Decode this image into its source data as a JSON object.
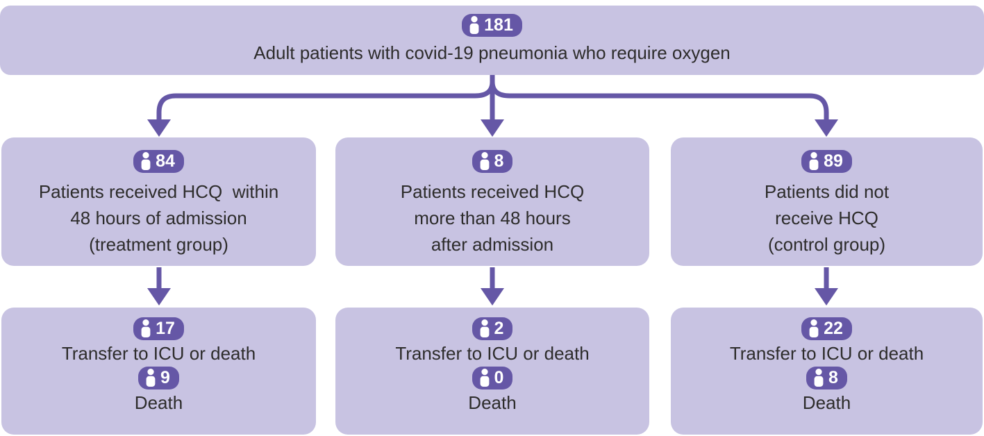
{
  "diagram": {
    "colors": {
      "background": "#ffffff",
      "box_fill": "#c8c3e2",
      "badge_fill": "#6557a6",
      "arrow": "#6557a6",
      "text": "#2d2c2b",
      "badge_text": "#ffffff"
    },
    "root": {
      "count": "181",
      "label": "Adult patients with covid-19 pneumonia who require oxygen"
    },
    "branches": [
      {
        "count": "84",
        "label": "Patients received HCQ  within\n48 hours of admission\n(treatment group)",
        "outcome_count": "17",
        "outcome_label": "Transfer to ICU or death",
        "death_count": "9",
        "death_label": "Death"
      },
      {
        "count": "8",
        "label": "Patients received HCQ\nmore than 48 hours\nafter admission",
        "outcome_count": "2",
        "outcome_label": "Transfer to ICU or death",
        "death_count": "0",
        "death_label": "Death"
      },
      {
        "count": "89",
        "label": "Patients did not\nreceive HCQ\n(control group)",
        "outcome_count": "22",
        "outcome_label": "Transfer to ICU or death",
        "death_count": "8",
        "death_label": "Death"
      }
    ]
  }
}
